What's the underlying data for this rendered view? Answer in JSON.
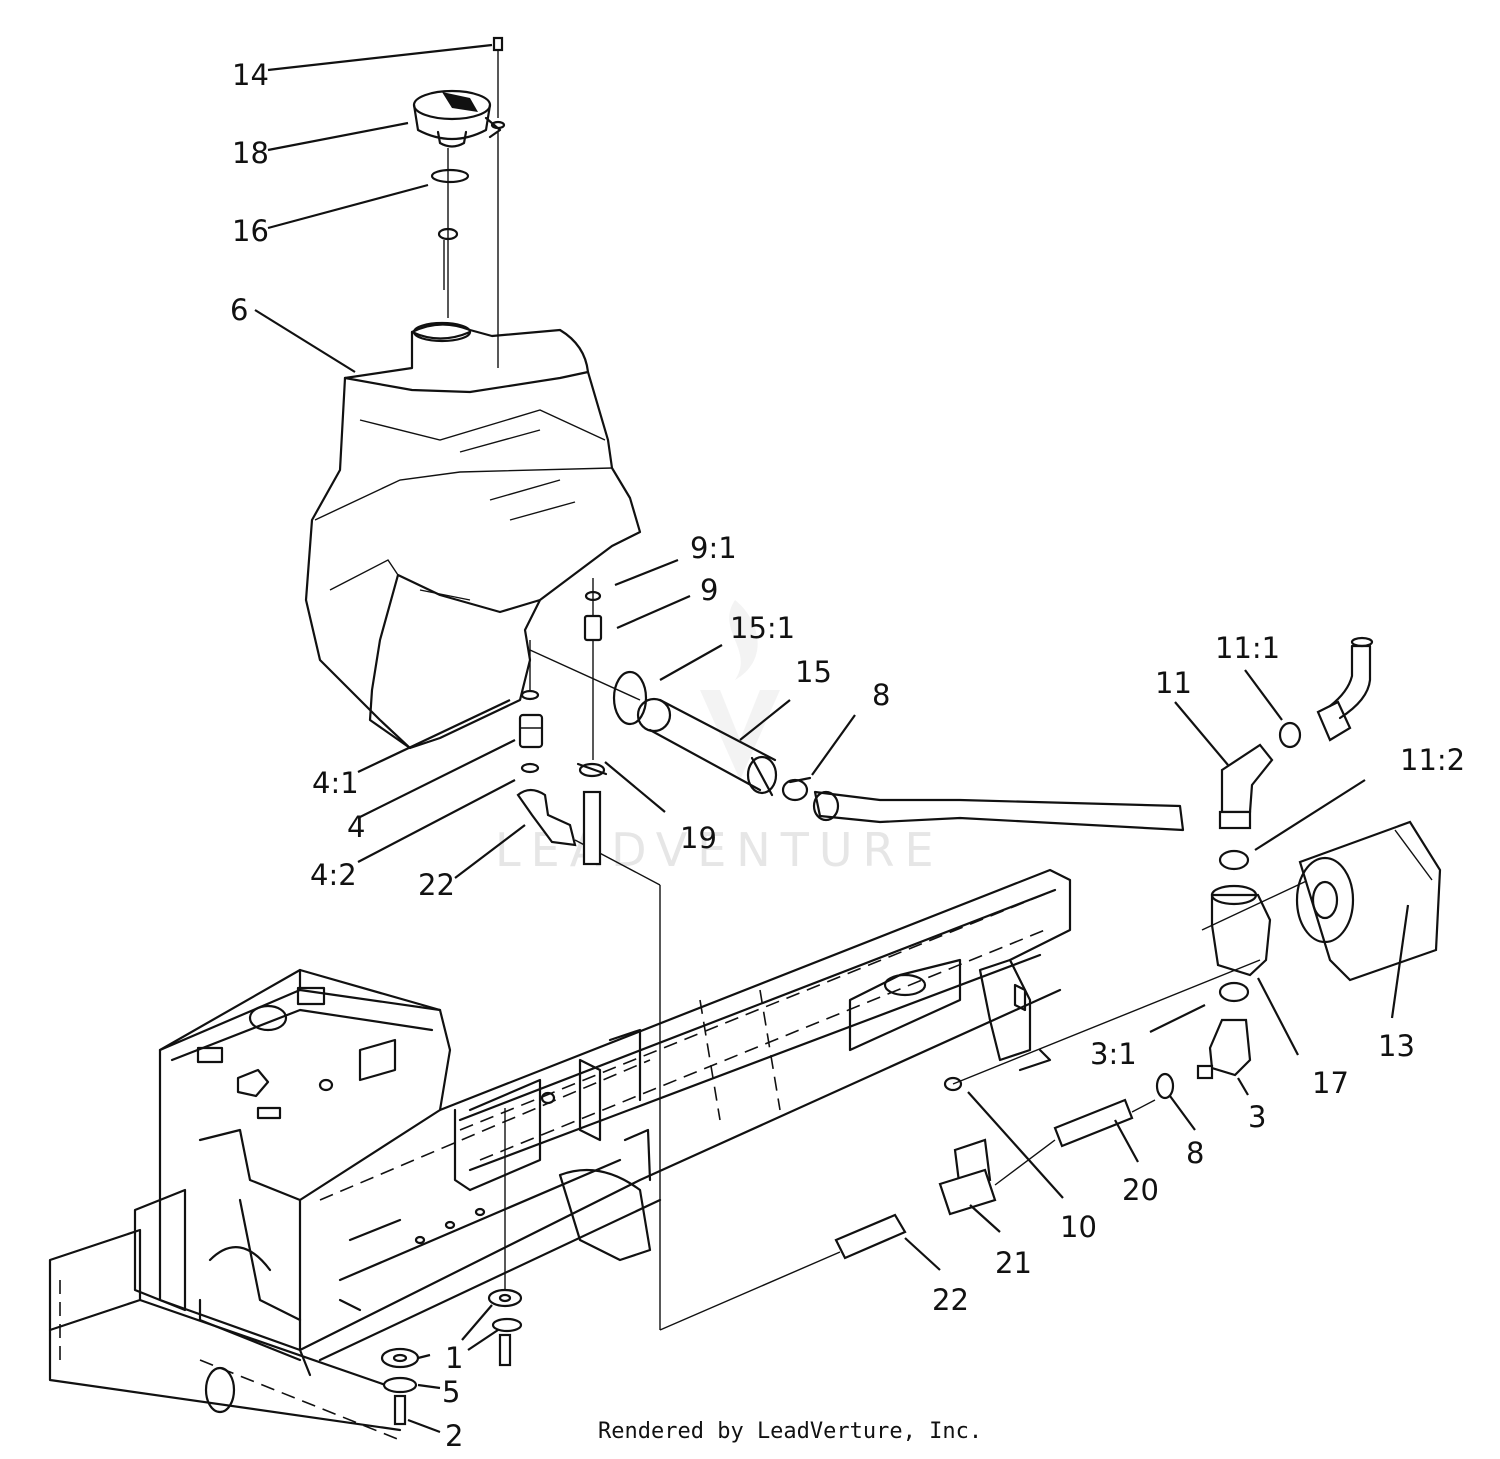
{
  "watermark": "LEADVENTURE",
  "credit": "Rendered by LeadVerture, Inc.",
  "callouts": [
    "14",
    "18",
    "16",
    "6",
    "9:1",
    "9",
    "15:1",
    "15",
    "8",
    "11:1",
    "11",
    "11:2",
    "4:1",
    "4",
    "4:2",
    "22",
    "19",
    "13",
    "17",
    "3:1",
    "3",
    "8",
    "20",
    "10",
    "21",
    "22",
    "1",
    "5",
    "2"
  ]
}
